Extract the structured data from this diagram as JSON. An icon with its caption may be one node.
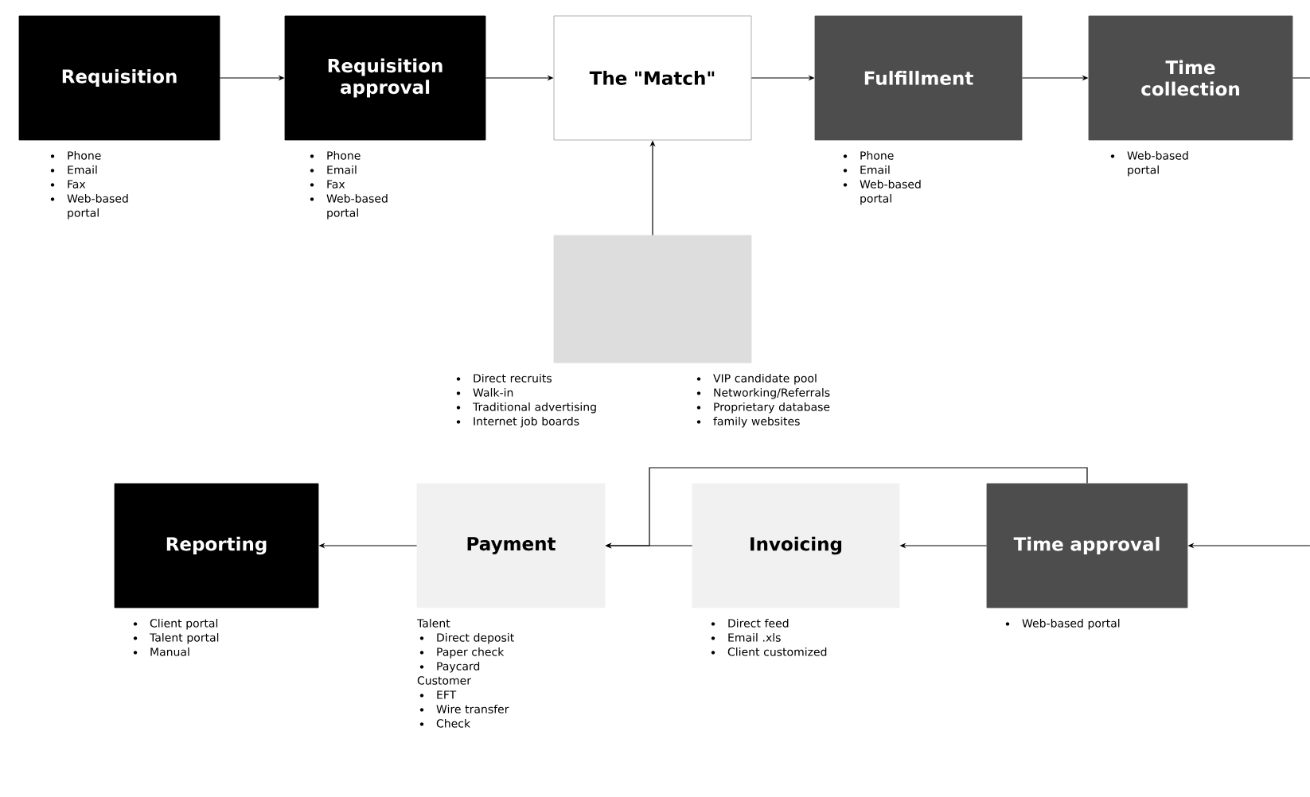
{
  "diagram": {
    "nodes": [
      {
        "text": [
          "Requisition"
        ],
        "beside": [
          "Phone",
          "Email",
          "Fax",
          "Web-based portal"
        ]
      },
      {
        "text": [
          "Requisition approval"
        ],
        "beside": [
          "Phone",
          "Email",
          "Fax",
          "Web-based portal"
        ]
      },
      {
        "text": [
          "The \"Match\""
        ]
      },
      {
        "text": [
          "Fulfillment"
        ],
        "beside": [
          "Phone",
          "Email",
          "Web-based portal"
        ]
      },
      {
        "text": [
          "Time collection"
        ],
        "beside": [
          "Web-based portal"
        ]
      },
      {
        "text": [],
        "shape": "box",
        "beside": [
          "Direct recruits",
          "Walk-in",
          "Traditional advertising",
          "Internet job boards",
          "VIP candidate pool",
          "Networking/Referrals",
          "Proprietary database",
          "family websites"
        ]
      },
      {
        "text": [
          "Reporting"
        ],
        "beside": [
          "Client portal",
          "Talent portal",
          "Manual"
        ]
      },
      {
        "text": [
          "Payment"
        ],
        "beside": [
          "Talent",
          "Direct deposit",
          "Paper check",
          "Paycard",
          "Customer",
          "EFT",
          "Wire transfer",
          "Check"
        ]
      },
      {
        "text": [
          "Invoicing"
        ],
        "beside": [
          "Direct feed",
          "Email .xls",
          "Client customized"
        ]
      },
      {
        "text": [
          "Time approval"
        ],
        "beside": [
          "Web-based portal"
        ]
      }
    ],
    "edges": [
      {
        "from": 0,
        "to": 1,
        "arrow": "to"
      },
      {
        "from": 1,
        "to": 2,
        "arrow": "to"
      },
      {
        "from": 5,
        "to": 2,
        "arrow": "to"
      },
      {
        "from": 2,
        "to": 3,
        "arrow": "to"
      },
      {
        "from": 3,
        "to": 4,
        "arrow": "to"
      },
      {
        "from": 4,
        "to": null,
        "arrow": "none"
      },
      {
        "from": null,
        "to": 9,
        "arrow": "to"
      },
      {
        "from": 9,
        "to": 8,
        "arrow": "to"
      },
      {
        "from": 8,
        "to": 7,
        "arrow": "to"
      },
      {
        "from": 9,
        "to": 7,
        "arrow": "to"
      },
      {
        "from": 7,
        "to": 6,
        "arrow": "to"
      }
    ]
  }
}
